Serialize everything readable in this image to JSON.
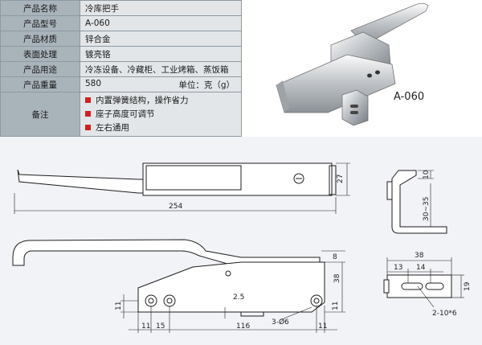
{
  "specs": {
    "rows": [
      {
        "label": "产品名称",
        "value": "冷库把手"
      },
      {
        "label": "产品型号",
        "value": "A-060"
      },
      {
        "label": "产品材质",
        "value": "锌合金"
      },
      {
        "label": "表面处理",
        "value": "镀亮铬"
      },
      {
        "label": "产品用途",
        "value": "冷冻设备、冷藏柜、工业烤箱、蒸饭箱"
      }
    ],
    "weight": {
      "label": "产品重量",
      "value": "580",
      "unit": "单位：克（g）"
    },
    "notes": {
      "label": "备注",
      "items": [
        "内置弹簧结构，操作省力",
        "座子高度可调节",
        "左右通用"
      ]
    }
  },
  "photo": {
    "model_label": "A-060"
  },
  "dimensions": {
    "top_view": {
      "length": "254",
      "height": "27"
    },
    "side_view": {
      "top_offset": "8",
      "height": "38",
      "left_height": "11",
      "right_height": "11",
      "d1": "11",
      "d2": "15",
      "d3": "116",
      "d4": "11",
      "step": "2.5",
      "holes": "3-Ø6"
    },
    "bracket_side": {
      "a": "10",
      "b": "30~35"
    },
    "bracket_plan": {
      "width": "38",
      "a": "13",
      "b": "14",
      "height": "19",
      "slots": "2-10*6"
    }
  },
  "colors": {
    "label_bg": "#a9b3ba",
    "value_bg": "#e2e6e9",
    "bullet": "#d21f1f",
    "drawing_bg": "#f1f3f6"
  }
}
